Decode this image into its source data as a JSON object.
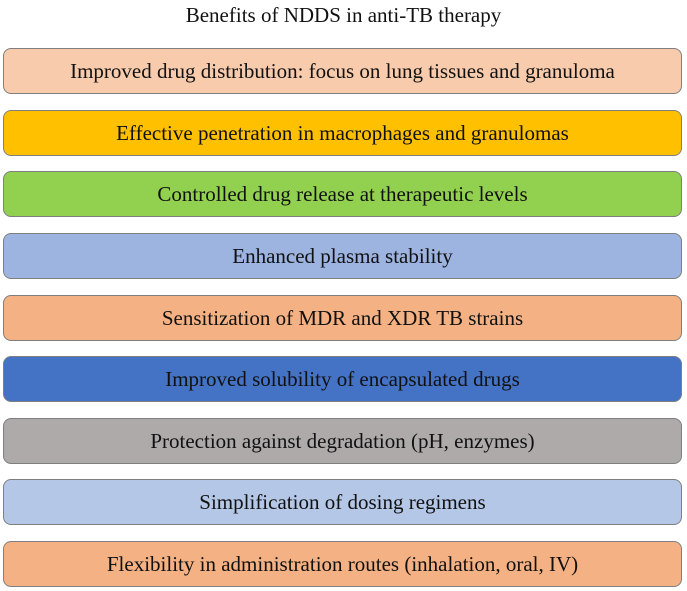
{
  "title": "Benefits of NDDS in anti-TB therapy",
  "benefits": [
    {
      "label": "Improved drug distribution: focus on lung tissues and granuloma",
      "color": "#f8cbad",
      "text_color": "#111111"
    },
    {
      "label": "Effective penetration in macrophages and granulomas",
      "color": "#ffc000",
      "text_color": "#111111"
    },
    {
      "label": "Controlled drug release at therapeutic levels",
      "color": "#92d050",
      "text_color": "#111111"
    },
    {
      "label": "Enhanced plasma stability",
      "color": "#9db3e0",
      "text_color": "#111111"
    },
    {
      "label": "Sensitization of MDR and XDR TB strains",
      "color": "#f4b183",
      "text_color": "#111111"
    },
    {
      "label": "Improved solubility of encapsulated drugs",
      "color": "#4472c4",
      "text_color": "#111111"
    },
    {
      "label": "Protection against degradation (pH, enzymes)",
      "color": "#aeaaaa",
      "text_color": "#111111"
    },
    {
      "label": "Simplification of dosing regimens",
      "color": "#b4c7e7",
      "text_color": "#111111"
    },
    {
      "label": "Flexibility in administration routes (inhalation, oral, IV)",
      "color": "#f4b183",
      "text_color": "#111111"
    }
  ]
}
